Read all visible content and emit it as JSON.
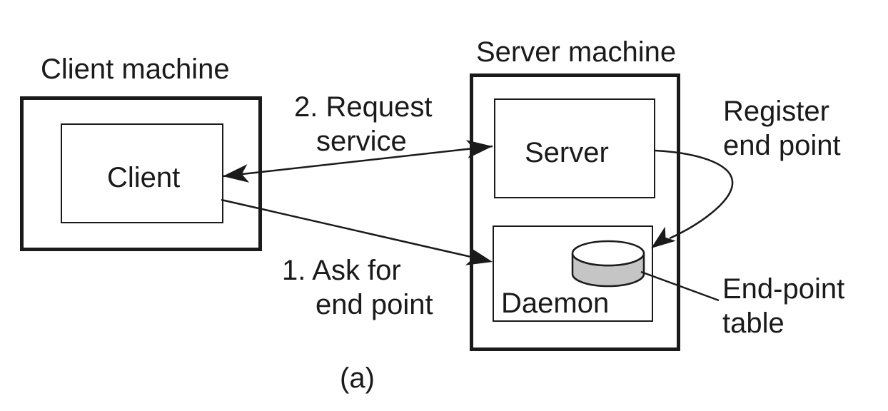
{
  "figure": {
    "caption": "(a)",
    "client_machine": {
      "title": "Client machine",
      "inner_box": "Client"
    },
    "server_machine": {
      "title": "Server machine",
      "server_box": "Server",
      "daemon_box": "Daemon"
    },
    "annotations": {
      "request_service": {
        "line1": "2. Request",
        "line2": "service"
      },
      "ask_end_point": {
        "line1": "1. Ask for",
        "line2": "end point"
      },
      "register_end_point": {
        "line1": "Register",
        "line2": "end point"
      },
      "end_point_table": {
        "line1": "End-point",
        "line2": "table"
      }
    },
    "colors": {
      "ink": "#1a1a1a",
      "background": "#ffffff",
      "cylinder_fill": "#c5c5c5"
    }
  }
}
